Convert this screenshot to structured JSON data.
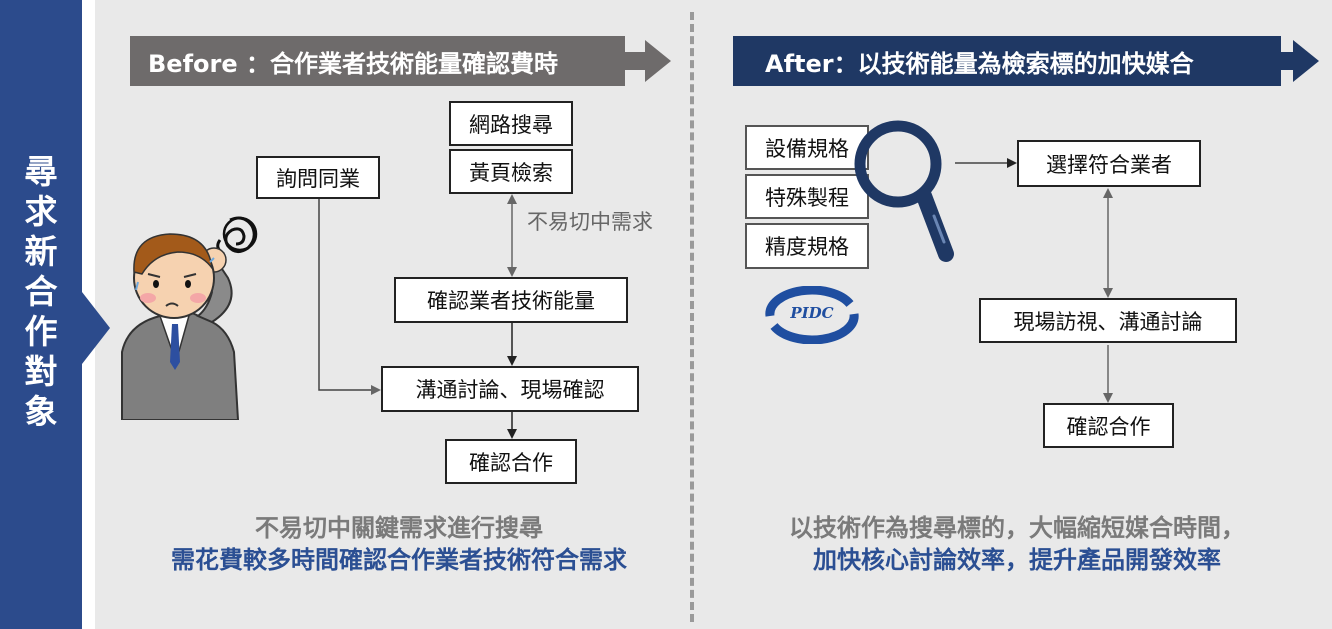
{
  "sidebar": {
    "chars": [
      "尋",
      "求",
      "新",
      "合",
      "作",
      "對",
      "象"
    ]
  },
  "before": {
    "banner": "Before ：合作業者技術能量確認費時",
    "boxes": {
      "web_search": "網路搜尋",
      "yellow_pages": "黃頁檢索",
      "ask_peers": "詢問同業",
      "confirm_capability": "確認業者技術能量",
      "discuss": "溝通討論、現場確認",
      "confirm_coop": "確認合作"
    },
    "note": "不易切中需求",
    "caption_line1": "不易切中關鍵需求進行搜尋",
    "caption_line2": "需花費較多時間確認合作業者技術符合需求"
  },
  "after": {
    "banner": "After：以技術能量為檢索標的加快媒合",
    "boxes": {
      "spec": "設備規格",
      "process": "特殊製程",
      "precision": "精度規格",
      "select": "選擇符合業者",
      "visit": "現場訪視、溝通討論",
      "confirm_coop": "確認合作"
    },
    "logo_text": "PIDC",
    "caption_line1": "以技術作為搜尋標的，大幅縮短媒合時間，",
    "caption_line2": "加快核心討論效率，提升產品開發效率"
  },
  "colors": {
    "sidebar": "#2c4b8c",
    "before_banner": "#6e6b6b",
    "after_banner": "#1f3864",
    "magnifier": "#1f3864",
    "caption_blue": "#2b4f93"
  }
}
